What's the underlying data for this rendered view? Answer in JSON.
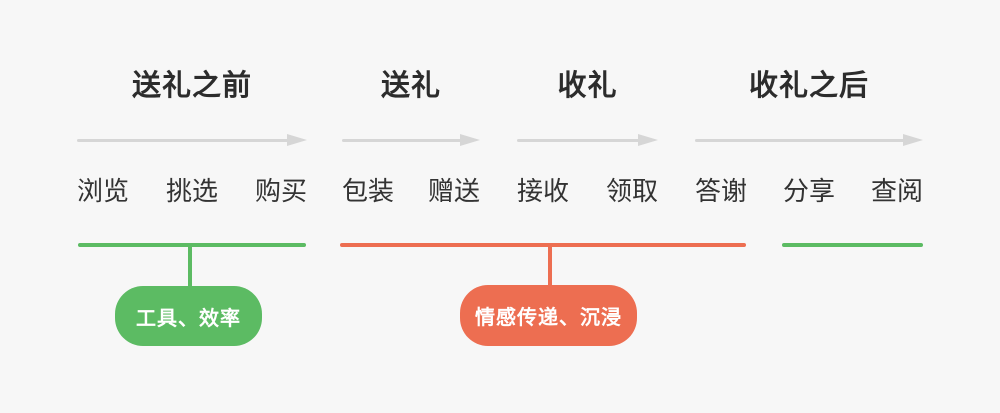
{
  "diagram": {
    "background": "#f7f7f7",
    "colors": {
      "green": "#5cbb63",
      "orange": "#ed6e51",
      "arrow": "#d6d6d6",
      "heading_text": "#2c2c2c",
      "badge_text": "#ffffff"
    },
    "phases": [
      {
        "title": "送礼之前",
        "steps": [
          "浏览",
          "挑选",
          "购买"
        ]
      },
      {
        "title": "送礼",
        "steps": [
          "包装",
          "赠送"
        ]
      },
      {
        "title": "收礼",
        "steps": [
          "接收",
          "领取"
        ]
      },
      {
        "title": "收礼之后",
        "steps": [
          "答谢",
          "分享",
          "查阅"
        ]
      }
    ],
    "annotations": [
      {
        "label": "工具、效率",
        "theme": "green"
      },
      {
        "label": "情感传递、沉浸",
        "theme": "orange"
      }
    ]
  }
}
